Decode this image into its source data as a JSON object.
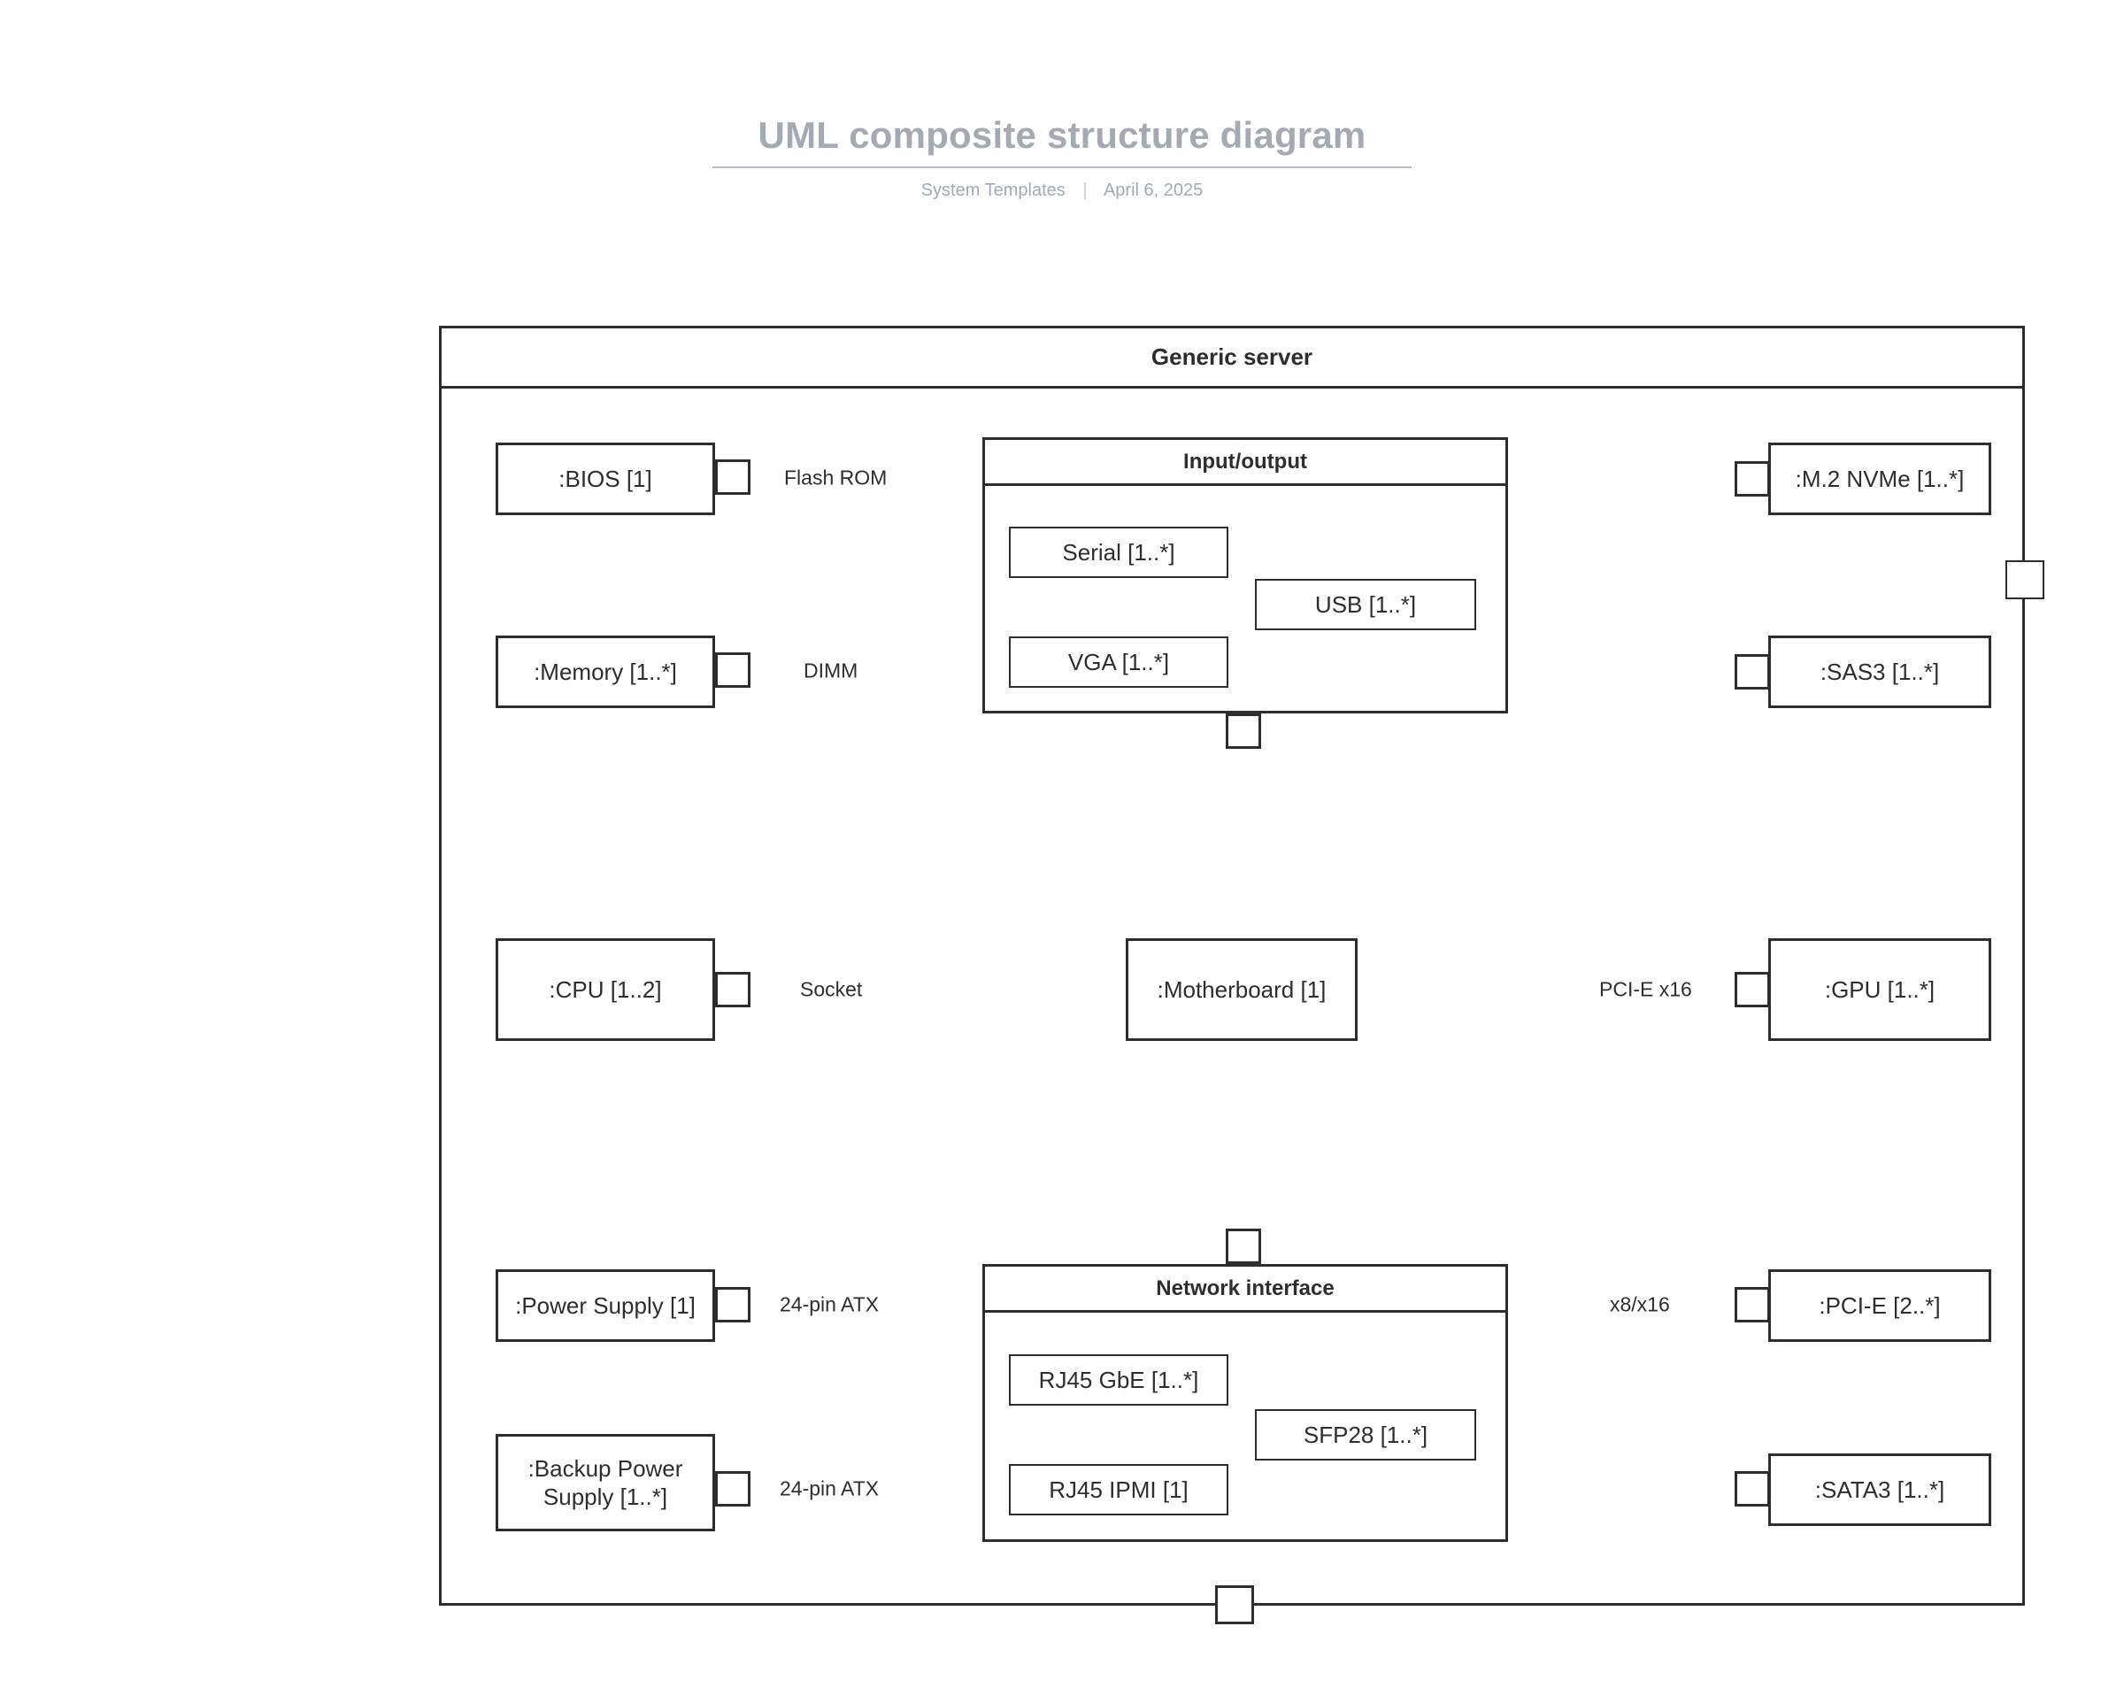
{
  "header": {
    "title": "UML composite structure diagram",
    "subtitle_left": "System Templates",
    "subtitle_separator": "|",
    "subtitle_right": "April 6, 2025"
  },
  "diagram": {
    "type": "uml-composite-structure",
    "outer_container": {
      "label": "Generic server"
    },
    "parts": {
      "bios": {
        "label": ":BIOS [1]"
      },
      "memory": {
        "label": ":Memory [1..*]"
      },
      "cpu": {
        "label": ":CPU [1..2]"
      },
      "power": {
        "label": ":Power Supply [1]"
      },
      "backup": {
        "label": ":Backup Power Supply [1..*]"
      },
      "motherboard": {
        "label": ":Motherboard [1]"
      },
      "nvme": {
        "label": ":M.2 NVMe [1..*]"
      },
      "sas3": {
        "label": ":SAS3 [1..*]"
      },
      "gpu": {
        "label": ":GPU [1..*]"
      },
      "pcie": {
        "label": ":PCI-E [2..*]"
      },
      "sata3": {
        "label": ":SATA3 [1..*]"
      }
    },
    "io_container": {
      "label": "Input/output",
      "parts": [
        {
          "label": "Serial [1..*]"
        },
        {
          "label": "USB [1..*]"
        },
        {
          "label": "VGA [1..*]"
        }
      ]
    },
    "net_container": {
      "label": "Network interface",
      "parts": [
        {
          "label": "RJ45 GbE [1..*]"
        },
        {
          "label": "SFP28 [1..*]"
        },
        {
          "label": "RJ45 IPMI [1]"
        }
      ]
    },
    "connector_labels": {
      "flash_rom": "Flash ROM",
      "dimm": "DIMM",
      "socket": "Socket",
      "atx_primary": "24-pin ATX",
      "atx_backup": "24-pin ATX",
      "pcie_x16": "PCI-E x16",
      "pcie_x8x16": "x8/x16"
    },
    "colors": {
      "stroke": "#2e2e2e",
      "background": "#ffffff",
      "title_gray": "#a4aab4"
    }
  }
}
